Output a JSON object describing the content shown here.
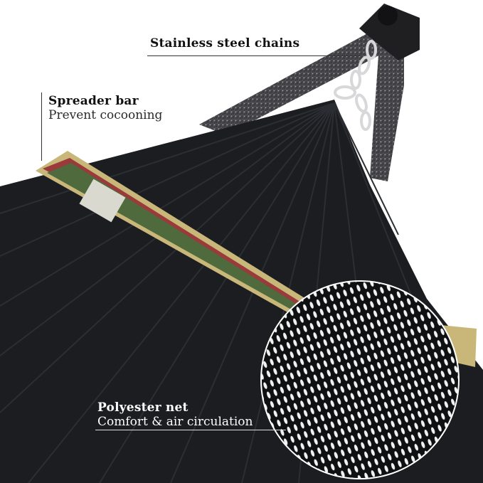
{
  "callouts": {
    "chains": {
      "title": "Stainless steel chains"
    },
    "spreader": {
      "title": "Spreader bar",
      "subtitle": "Prevent cocooning"
    },
    "net": {
      "title": "Polyester net",
      "subtitle": "Comfort & air circulation"
    }
  },
  "colors": {
    "background": "#ffffff",
    "net": "#1b1d21",
    "stand": "#4a4a4e",
    "band_yellow": "#c9b77a",
    "band_red": "#9a3a3a",
    "band_green": "#4f6a3c"
  }
}
